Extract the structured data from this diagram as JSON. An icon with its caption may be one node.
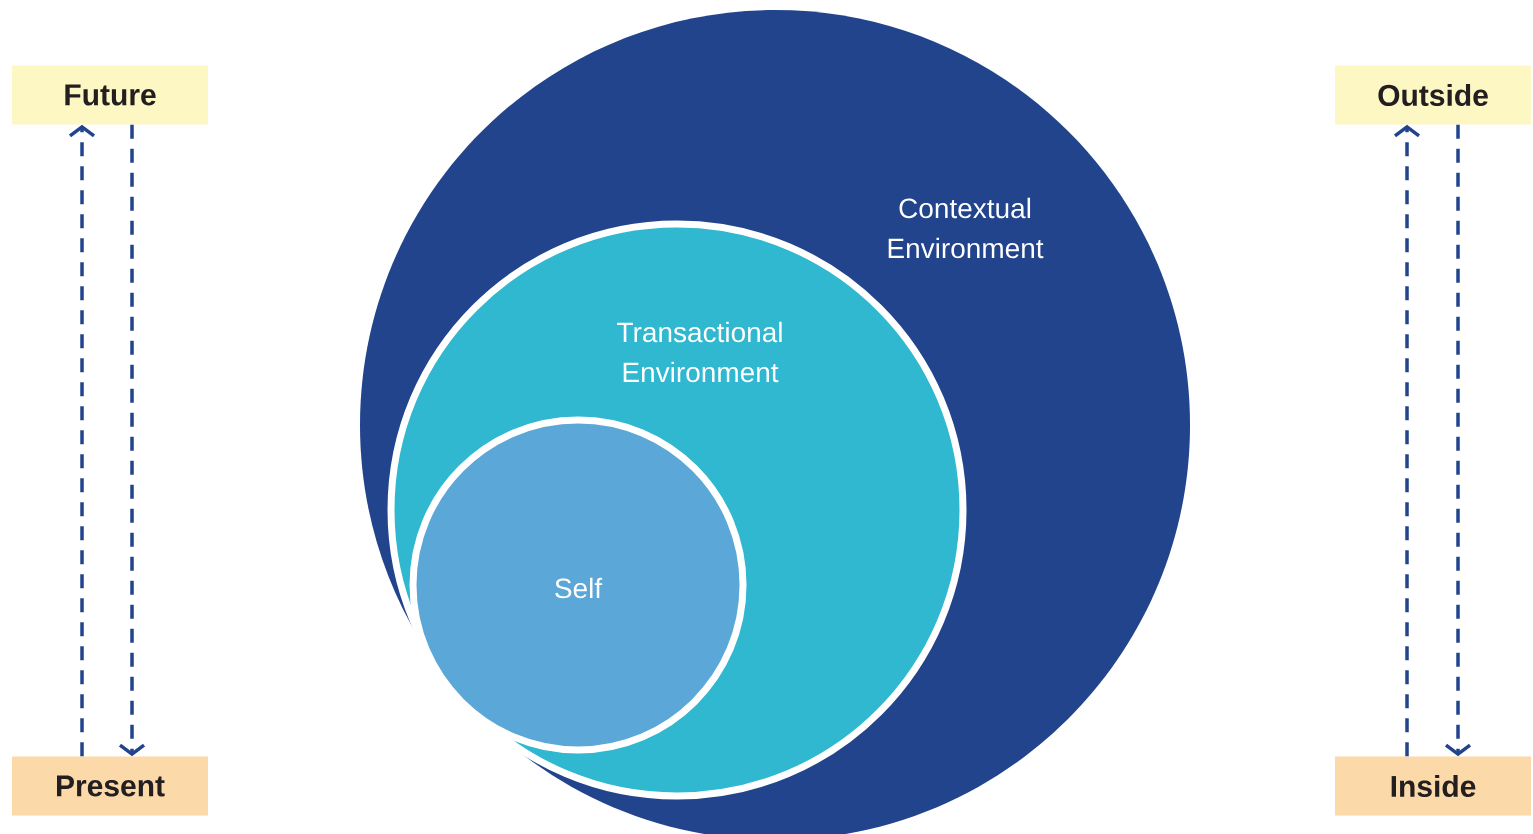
{
  "diagram": {
    "nodes": [
      {
        "text": [
          "Future"
        ]
      },
      {
        "text": [
          "Present"
        ]
      },
      {
        "text": [
          "Outside"
        ]
      },
      {
        "text": [
          "Inside"
        ]
      },
      {
        "text": [
          "Contextual Environment"
        ]
      },
      {
        "text": [
          "Transactional Environment"
        ],
        "in": 4
      },
      {
        "text": [
          "Self"
        ],
        "in": 5
      }
    ],
    "edges": [
      {
        "from": 1,
        "to": 0,
        "arrow": "to",
        "style": "dashed"
      },
      {
        "from": 0,
        "to": 1,
        "arrow": "to",
        "style": "dashed"
      },
      {
        "from": 3,
        "to": 2,
        "arrow": "to",
        "style": "dashed"
      },
      {
        "from": 2,
        "to": 3,
        "arrow": "to",
        "style": "dashed"
      }
    ]
  }
}
